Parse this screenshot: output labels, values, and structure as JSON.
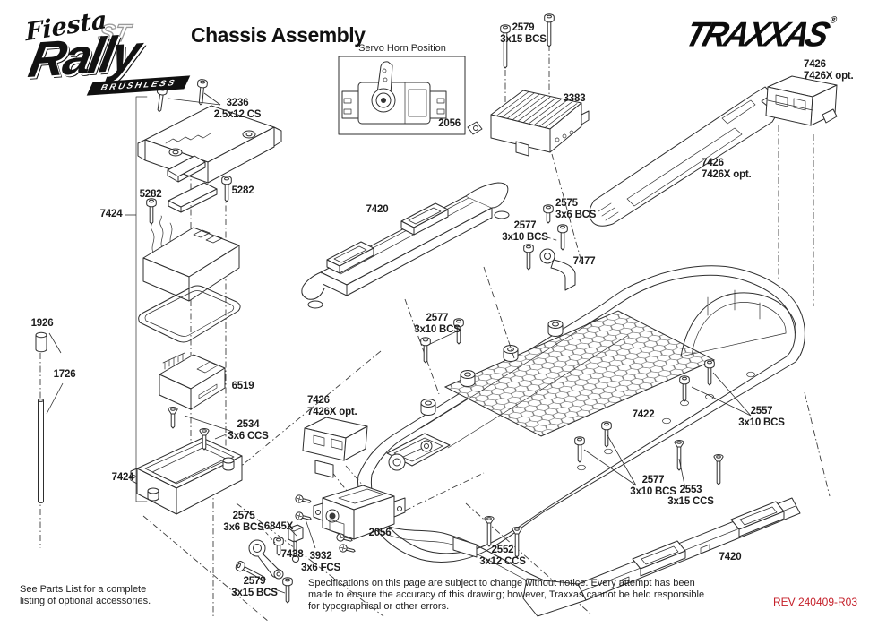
{
  "header": {
    "title": "Chassis Assembly",
    "brand": "TRAXXAS",
    "brand_registered": "®",
    "logo": {
      "fiesta": "Fiesta",
      "st": "ST",
      "rally": "Rally",
      "brushless": "BRUSHLESS"
    }
  },
  "inset": {
    "caption": "Servo Horn Position",
    "part_number": "2056"
  },
  "labels": {
    "s3236": "3236\n2.5x12 CS",
    "s5282L": "5282",
    "s5282R": "5282",
    "p7424a": "7424",
    "p1926": "1926",
    "p1726": "1726",
    "p6519": "6519",
    "s2534": "2534\n3x6 CCS",
    "p7424b": "7424",
    "s2575a": "2575\n3x6 BCS",
    "p6845X": "6845X",
    "p7438": "7438",
    "s2579a": "2579\n3x15 BCS",
    "s3932": "3932\n3x6 FCS",
    "p2056": "2056",
    "s2579b": "2579\n3x15 BCS",
    "p3383": "3383",
    "p7426a": "7426\n7426X opt.",
    "p7426b": "7426\n7426X opt.",
    "p7420a": "7420",
    "s2575b": "2575\n3x6 BCS",
    "s2577a": "2577\n3x10 BCS",
    "p7477": "7477",
    "s2577b": "2577\n3x10 BCS",
    "p7426c": "7426\n7426X opt.",
    "p7422": "7422",
    "s2557": "2557\n3x10 BCS",
    "s2577c": "2577\n3x10 BCS",
    "s2553": "2553\n3x15 CCS",
    "s2552": "2552\n3x12 CCS",
    "p7420b": "7420"
  },
  "footer": {
    "parts_note": "See Parts List for a complete\nlisting of optional accessories.",
    "disclaimer": "Specifications on this page are subject to change without notice.  Every attempt has been\nmade to ensure the accuracy of this drawing; however, Traxxas cannot be held responsible\nfor typographical or other errors.",
    "revision": "REV 240409-R03"
  },
  "colors": {
    "ink": "#2e2e2e",
    "revision_red": "#c5202a",
    "background": "#ffffff"
  }
}
